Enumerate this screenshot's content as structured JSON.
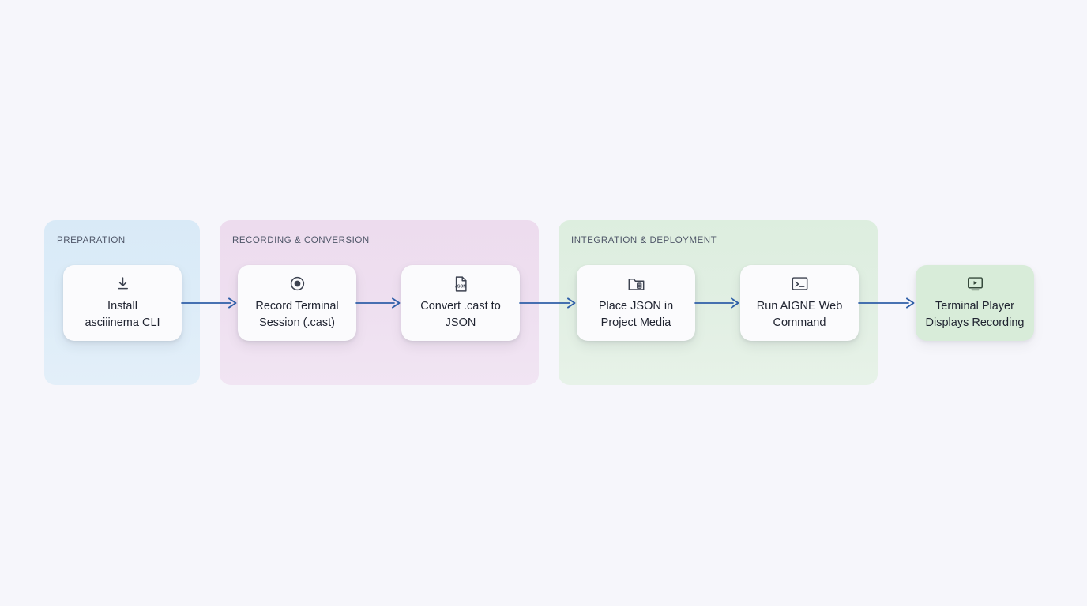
{
  "canvas": {
    "background_color": "#f6f6fb",
    "accent_arrow_color": "#2f5fa8"
  },
  "groups": [
    {
      "id": "preparation",
      "label": "PREPARATION",
      "color": "#dcecf8"
    },
    {
      "id": "recording-conversion",
      "label": "RECORDING & CONVERSION",
      "color": "#eedff0"
    },
    {
      "id": "integration-deployment",
      "label": "INTEGRATION & DEPLOYMENT",
      "color": "#e1efe3"
    }
  ],
  "nodes": [
    {
      "id": "install-asciinema-cli",
      "label": "Install\nasciiinema CLI",
      "icon": "download-icon",
      "group": "preparation",
      "style": "card"
    },
    {
      "id": "record-terminal-session",
      "label": "Record Terminal\nSession (.cast)",
      "icon": "record-circle-icon",
      "group": "recording-conversion",
      "style": "card"
    },
    {
      "id": "convert-cast-to-json",
      "label": "Convert .cast to\nJSON",
      "icon": "json-file-icon",
      "group": "recording-conversion",
      "style": "card"
    },
    {
      "id": "place-json-in-project-media",
      "label": "Place JSON in\nProject Media",
      "icon": "folder-file-icon",
      "group": "integration-deployment",
      "style": "card"
    },
    {
      "id": "run-aigne-web-command",
      "label": "Run AIGNE Web\nCommand",
      "icon": "terminal-icon",
      "group": "integration-deployment",
      "style": "card"
    },
    {
      "id": "terminal-player-displays-recording",
      "label": "Terminal Player\nDisplays Recording",
      "icon": "media-player-icon",
      "group": null,
      "style": "terminal",
      "fill_color": "#d8ecd9"
    }
  ],
  "arrows": [
    {
      "id": "arrow-install-to-record",
      "from": "install-asciinema-cli",
      "to": "record-terminal-session"
    },
    {
      "id": "arrow-record-to-convert",
      "from": "record-terminal-session",
      "to": "convert-cast-to-json"
    },
    {
      "id": "arrow-convert-to-place",
      "from": "convert-cast-to-json",
      "to": "place-json-in-project-media"
    },
    {
      "id": "arrow-place-to-run",
      "from": "place-json-in-project-media",
      "to": "run-aigne-web-command"
    },
    {
      "id": "arrow-run-to-player",
      "from": "run-aigne-web-command",
      "to": "terminal-player-displays-recording"
    }
  ],
  "icon_text": {
    "json_file_label": "JSON"
  }
}
